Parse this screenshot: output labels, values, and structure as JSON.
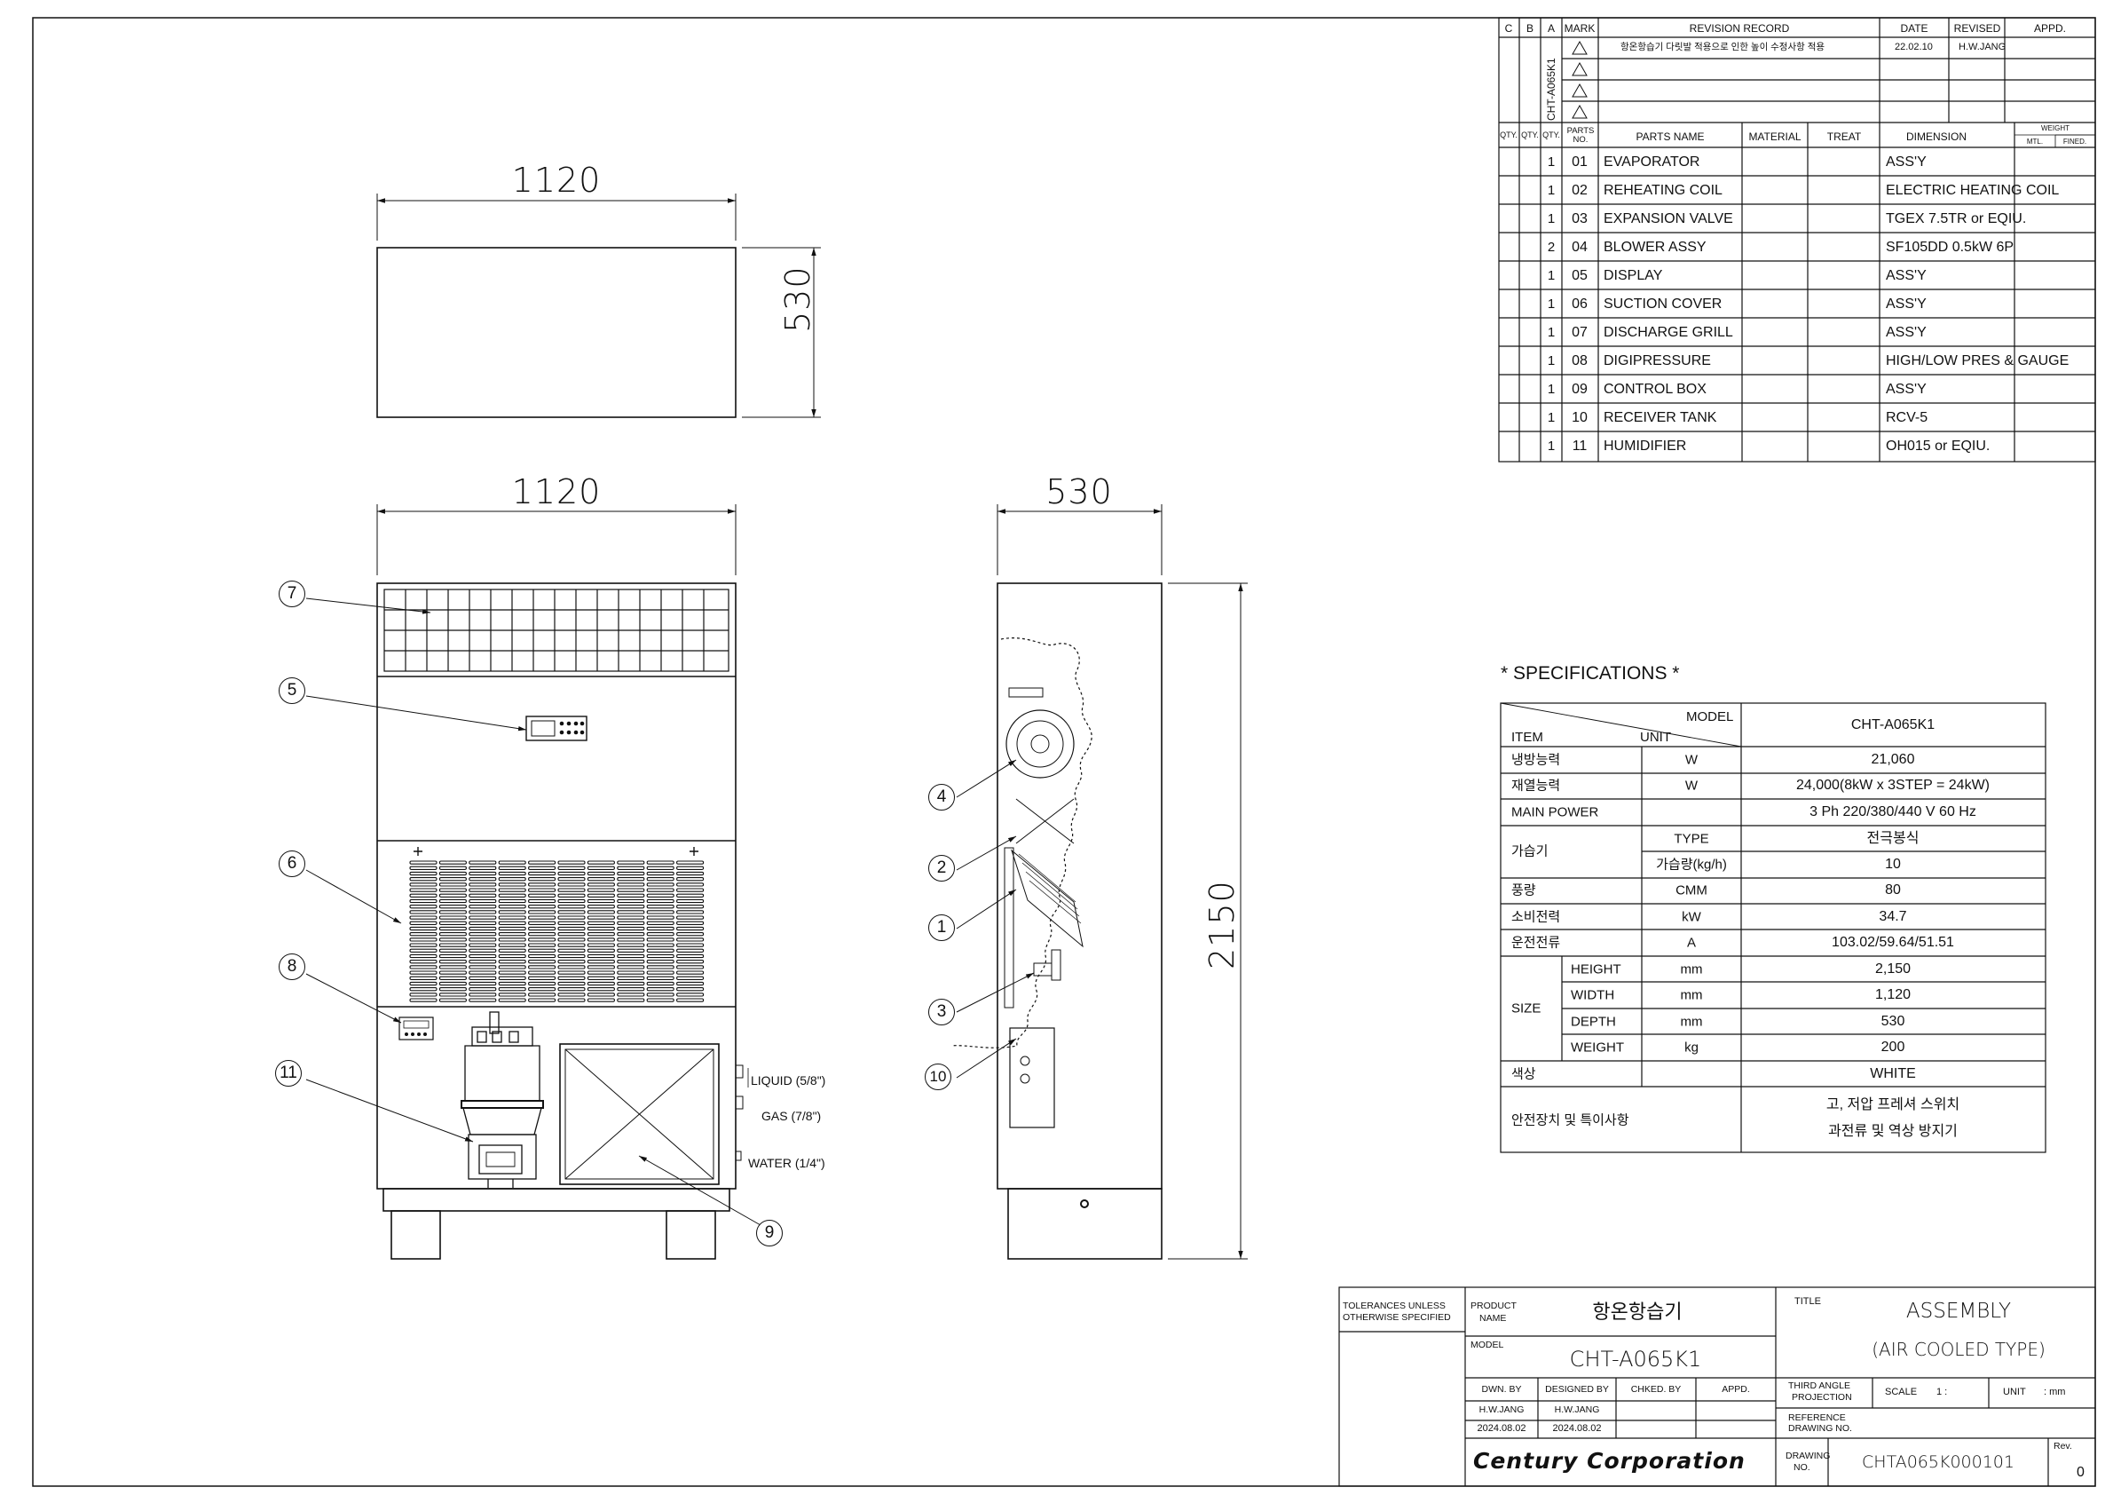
{
  "revision": {
    "col_c": "C",
    "col_b": "B",
    "col_a": "A",
    "mark": "MARK",
    "record": "REVISION RECORD",
    "date": "DATE",
    "revised": "REVISED",
    "appd": "APPD.",
    "model_vertical": "CHT-A065K1",
    "rows": [
      {
        "record": "항온항습기 다릿발 적용으로 인한 높이 수정사항 적용",
        "date": "22.02.10",
        "revised": "H.W.JANG"
      }
    ],
    "weight_head": "WEIGHT",
    "mtl": "MTL.",
    "fined": "FINED."
  },
  "parts": {
    "headers": {
      "qty": "QTY.",
      "parts_no": "PARTS NO.",
      "parts_name": "PARTS NAME",
      "material": "MATERIAL",
      "treat": "TREAT",
      "dimension": "DIMENSION"
    },
    "rows": [
      {
        "qty": "1",
        "no": "01",
        "name": "EVAPORATOR",
        "dim": "ASS'Y"
      },
      {
        "qty": "1",
        "no": "02",
        "name": "REHEATING COIL",
        "dim": "ELECTRIC HEATING COIL"
      },
      {
        "qty": "1",
        "no": "03",
        "name": "EXPANSION VALVE",
        "dim": "TGEX 7.5TR or EQIU."
      },
      {
        "qty": "2",
        "no": "04",
        "name": "BLOWER ASSY",
        "dim": "SF105DD 0.5kW 6P"
      },
      {
        "qty": "1",
        "no": "05",
        "name": "DISPLAY",
        "dim": "ASS'Y"
      },
      {
        "qty": "1",
        "no": "06",
        "name": "SUCTION COVER",
        "dim": "ASS'Y"
      },
      {
        "qty": "1",
        "no": "07",
        "name": "DISCHARGE GRILL",
        "dim": "ASS'Y"
      },
      {
        "qty": "1",
        "no": "08",
        "name": "DIGIPRESSURE",
        "dim": "HIGH/LOW PRES & GAUGE"
      },
      {
        "qty": "1",
        "no": "09",
        "name": "CONTROL BOX",
        "dim": "ASS'Y"
      },
      {
        "qty": "1",
        "no": "10",
        "name": "RECEIVER TANK",
        "dim": "RCV-5"
      },
      {
        "qty": "1",
        "no": "11",
        "name": "HUMIDIFIER",
        "dim": "OH015 or EQIU."
      }
    ]
  },
  "dimensions": {
    "top_width": "1120",
    "top_depth": "530",
    "front_width": "1120",
    "side_depth": "530",
    "height": "2150"
  },
  "pipes": {
    "liquid": "LIQUID (5/8\")",
    "gas": "GAS (7/8\")",
    "water": "WATER (1/4\")"
  },
  "balloons": [
    "7",
    "5",
    "6",
    "8",
    "11",
    "9",
    "4",
    "2",
    "1",
    "3",
    "10"
  ],
  "specs": {
    "title": "* SPECIFICATIONS *",
    "head_model": "MODEL",
    "head_item": "ITEM",
    "head_unit": "UNIT",
    "model_value": "CHT-A065K1",
    "rows": [
      {
        "item": "냉방능력",
        "unit": "W",
        "value": "21,060"
      },
      {
        "item": "재열능력",
        "unit": "W",
        "value": "24,000(8kW x 3STEP = 24kW)"
      },
      {
        "item": "MAIN POWER",
        "unit": "",
        "value": "3 Ph  220/380/440 V  60 Hz"
      }
    ],
    "humid": {
      "item": "가습기",
      "sub1": "TYPE",
      "val1": "전극봉식",
      "sub2": "가습량(kg/h)",
      "val2": "10"
    },
    "rows2": [
      {
        "item": "풍량",
        "unit": "CMM",
        "value": "80"
      },
      {
        "item": "소비전력",
        "unit": "kW",
        "value": "34.7"
      },
      {
        "item": "운전전류",
        "unit": "A",
        "value": "103.02/59.64/51.51"
      }
    ],
    "size": {
      "item": "SIZE",
      "rows": [
        {
          "sub": "HEIGHT",
          "unit": "mm",
          "value": "2,150"
        },
        {
          "sub": "WIDTH",
          "unit": "mm",
          "value": "1,120"
        },
        {
          "sub": "DEPTH",
          "unit": "mm",
          "value": "530"
        },
        {
          "sub": "WEIGHT",
          "unit": "kg",
          "value": "200"
        }
      ]
    },
    "color": {
      "item": "색상",
      "value": "WHITE"
    },
    "safety": {
      "item": "안전장치 및 특이사항",
      "line1": "고, 저압 프레셔 스위치",
      "line2": "과전류 및 역상 방지기"
    }
  },
  "titleblock": {
    "tolerances": "TOLERANCES UNLESS",
    "otherwise": "OTHERWISE SPECIFIED",
    "product_label1": "PRODUCT",
    "product_label2": "NAME",
    "product_name": "항온항습기",
    "model_label": "MODEL",
    "model_value": "CHT-A065K1",
    "title_label": "TITLE",
    "title1": "ASSEMBLY",
    "title2": "(AIR COOLED TYPE)",
    "dwn_by": "DWN. BY",
    "designed_by": "DESIGNED BY",
    "chked_by": "CHKED. BY",
    "appd": "APPD.",
    "dwn_name": "H.W.JANG",
    "designed_name": "H.W.JANG",
    "dwn_date": "2024.08.02",
    "designed_date": "2024.08.02",
    "projection1": "THIRD ANGLE",
    "projection2": "PROJECTION",
    "scale_label": "SCALE",
    "scale_value": "1 :",
    "unit_label": "UNIT",
    "unit_value": ":  mm",
    "reference1": "REFERENCE",
    "reference2": "DRAWING NO.",
    "drawing_label1": "DRAWING",
    "drawing_label2": "NO.",
    "drawing_no": "CHTA065K000101",
    "rev_label": "Rev.",
    "rev_value": "0",
    "company": "Century Corporation"
  }
}
